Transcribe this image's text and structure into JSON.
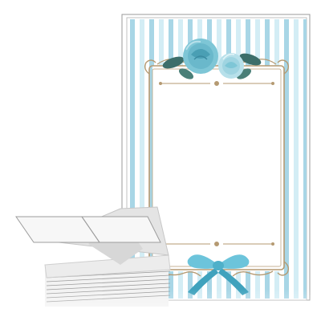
{
  "scene": {
    "subject": "card-with-envelope",
    "colors": {
      "background": "#ffffff",
      "stripe": "#a8d6e6",
      "stripe_light": "#d3edf5",
      "card_border": "#9a9a9a",
      "frame_gold": "#b59a72",
      "frame_gold_dark": "#8e7550",
      "rose_main": "#7ec6d6",
      "rose_dark": "#4a9fb4",
      "rose_light": "#b7e0ea",
      "leaf": "#3c6e6a",
      "ribbon": "#6cc4db",
      "ribbon_dark": "#3fa2bd",
      "envelope_face": "#e9e9e9",
      "envelope_shadow": "#cfcfcf",
      "envelope_stack": "#9c9c9c"
    },
    "icons": {
      "roses": "rose-bouquet-icon",
      "ribbon": "ribbon-bow-icon",
      "frame": "ornamental-frame",
      "envelope": "envelope-stack"
    }
  }
}
